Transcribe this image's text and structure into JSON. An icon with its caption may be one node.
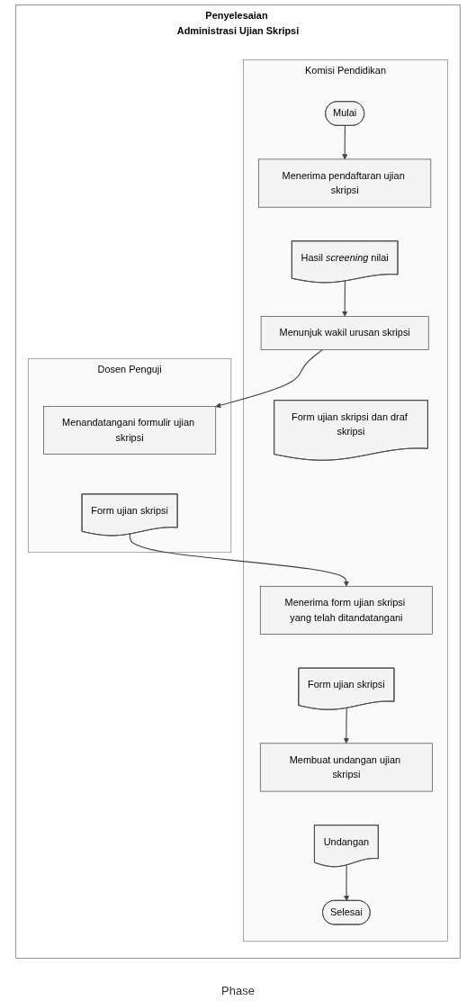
{
  "diagram": {
    "nodes": [
      {
        "text": [
          "Penyelesaian Administrasi Ujian Skripsi"
        ]
      },
      {
        "text": [
          "Komisi Pendidikan"
        ],
        "in": 0
      },
      {
        "text": [
          "Dosen Penguji"
        ],
        "in": 0
      },
      {
        "text": [
          "Mulai"
        ],
        "in": 1
      },
      {
        "text": [
          "Menerima pendaftaran ujian skripsi"
        ],
        "in": 1
      },
      {
        "text": [
          "Hasil *screening* nilai"
        ],
        "in": 1
      },
      {
        "text": [
          "Menunjuk wakil urusan skripsi"
        ],
        "in": 1
      },
      {
        "text": [
          "Form ujian skripsi dan draf skripsi"
        ],
        "in": 1
      },
      {
        "text": [
          "Menandatangani formulir ujian skripsi"
        ],
        "in": 2
      },
      {
        "text": [
          "Form ujian skripsi"
        ],
        "in": 2
      },
      {
        "text": [
          "Menerima form ujian skripsi yang telah ditandatangani"
        ],
        "in": 1
      },
      {
        "text": [
          "Form ujian skripsi"
        ],
        "in": 1
      },
      {
        "text": [
          "Membuat undangan ujian skripsi"
        ],
        "in": 1
      },
      {
        "text": [
          "Undangan"
        ],
        "in": 1
      },
      {
        "text": [
          "Selesai"
        ],
        "in": 1
      }
    ],
    "edges": [
      {
        "from": 3,
        "to": 4,
        "arrow": "to"
      },
      {
        "from": 5,
        "to": 6,
        "arrow": "to"
      },
      {
        "from": 6,
        "to": 8,
        "arrow": "to"
      },
      {
        "from": 9,
        "to": 10,
        "arrow": "to"
      },
      {
        "from": 11,
        "to": 12,
        "arrow": "to"
      },
      {
        "from": 13,
        "to": 14,
        "arrow": "to"
      }
    ],
    "labels": [
      "Phase"
    ]
  }
}
